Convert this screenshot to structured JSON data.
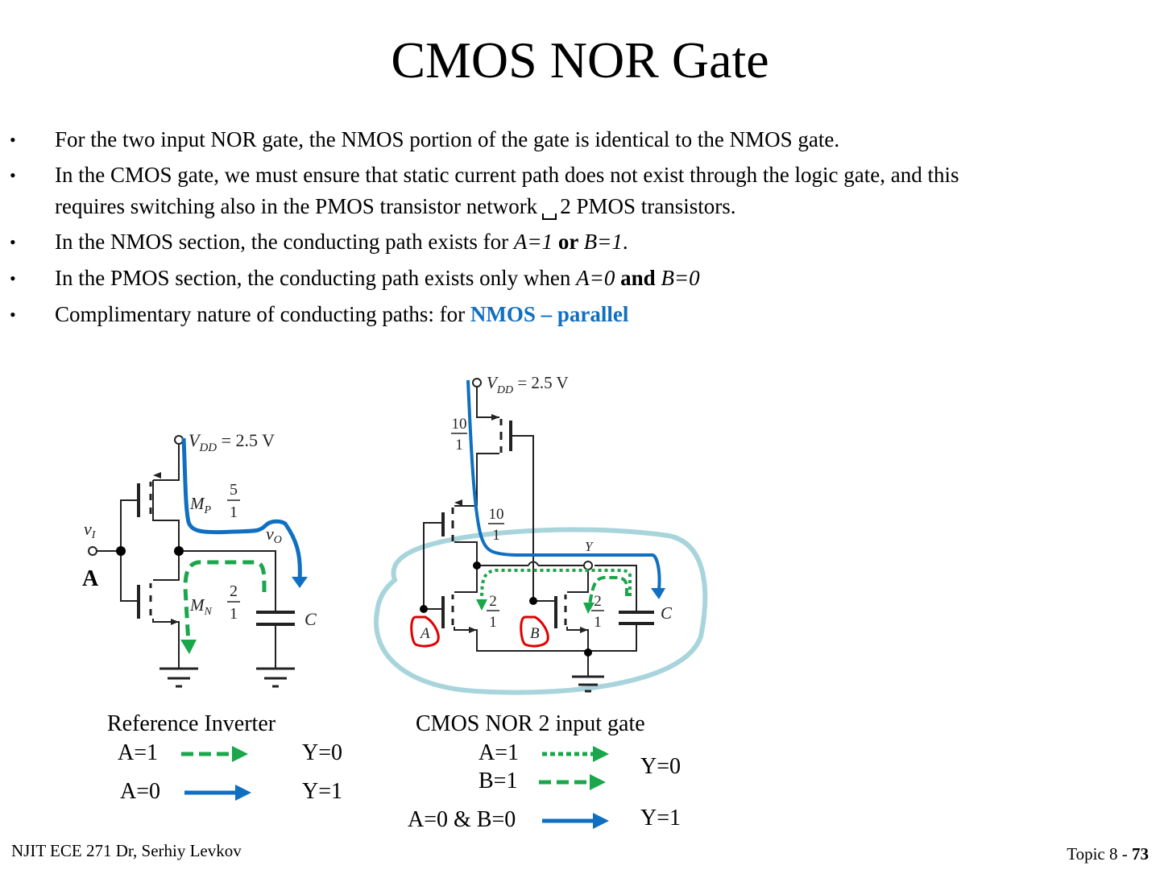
{
  "title": "CMOS NOR Gate",
  "bullets": [
    {
      "parts": [
        "For the two input NOR gate, the NMOS portion of the gate is identical to the NMOS gate."
      ]
    },
    {
      "line1": "In the CMOS gate, we must ensure that static current path does not exist through the logic gate, and this",
      "line2a": "requires switching also in the PMOS transistor network",
      "line2b": "2 PMOS transistors."
    },
    {
      "pre": "In the NMOS section, the conducting path exists for ",
      "a": "A=1",
      "op": " or ",
      "b": "B=1",
      "post": "."
    },
    {
      "pre": "In the PMOS section, the conducting path exists only when ",
      "a": "A=0",
      "op": " and ",
      "b": "B=0"
    },
    {
      "pre": "Complimentary nature of conducting paths:  for ",
      "highlight": "NMOS – parallel"
    }
  ],
  "colors": {
    "accent_blue": "#0f6fc1",
    "path_green": "#1aa64a",
    "input_red": "#e00000",
    "nmos_outline": "#a8d4dc"
  },
  "inverter": {
    "vdd": "V_DD = 2.5 V",
    "vdd_main": "V",
    "vdd_sub": "DD",
    "vdd_rest": " = 2.5 V",
    "mp": "M",
    "mp_sub": "P",
    "mp_ratio_num": "5",
    "mp_ratio_den": "1",
    "mn": "M",
    "mn_sub": "N",
    "mn_ratio_num": "2",
    "mn_ratio_den": "1",
    "vi": "v",
    "vi_sub": "I",
    "vo": "v",
    "vo_sub": "O",
    "cap": "C",
    "input_tag": "A",
    "caption": "Reference Inverter"
  },
  "nor": {
    "vdd_main": "V",
    "vdd_sub": "DD",
    "vdd_rest": " = 2.5 V",
    "p1_num": "10",
    "p1_den": "1",
    "p2_num": "10",
    "p2_den": "1",
    "n1_num": "2",
    "n1_den": "1",
    "n2_num": "2",
    "n2_den": "1",
    "out": "Y",
    "cap": "C",
    "in_a": "A",
    "in_b": "B",
    "caption": "CMOS  NOR   2 input gate"
  },
  "legend_inverter": [
    {
      "input": "A=1",
      "style": "dashed-green",
      "output": "Y=0"
    },
    {
      "input": "A=0",
      "style": "solid-blue",
      "output": "Y=1"
    }
  ],
  "legend_nor": {
    "a1": "A=1",
    "b1": "B=1",
    "y0": "Y=0",
    "ab0": "A=0 & B=0",
    "y1": "Y=1"
  },
  "footer": {
    "left": "NJIT ECE 271  Dr, Serhiy Levkov",
    "topic": "Topic 8 - ",
    "page": "73"
  }
}
